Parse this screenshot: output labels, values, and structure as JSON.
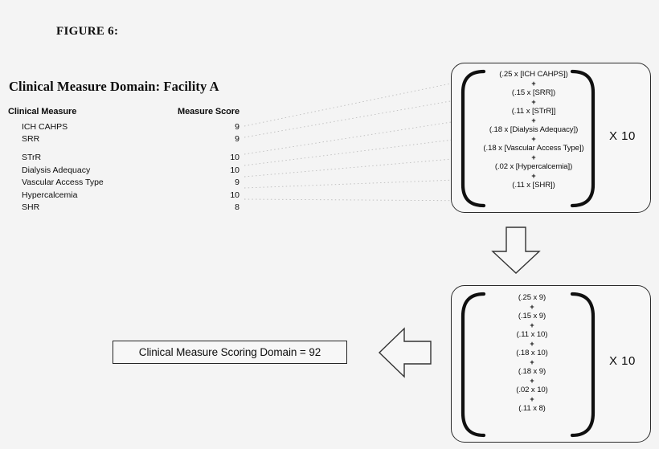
{
  "figure": {
    "label": "FIGURE 6:"
  },
  "domain": {
    "title": "Clinical Measure Domain: Facility A"
  },
  "table": {
    "headers": {
      "measure": "Clinical Measure",
      "score": "Measure Score"
    },
    "rows": [
      {
        "measure": "ICH CAHPS",
        "score": "9"
      },
      {
        "measure": "SRR",
        "score": "9"
      },
      {
        "measure": "STrR",
        "score": "10"
      },
      {
        "measure": "Dialysis Adequacy",
        "score": "10"
      },
      {
        "measure": "Vascular Access Type",
        "score": "9"
      },
      {
        "measure": "Hypercalcemia",
        "score": "10"
      },
      {
        "measure": "SHR",
        "score": "8"
      }
    ]
  },
  "weights_box": {
    "multiplier": "X 10",
    "plus": "+",
    "terms": [
      "(.25 x [ICH CAHPS])",
      "(.15 x [SRR])",
      "(.11 x [STrR]]",
      "(.18 x [Dialysis Adequacy])",
      "(.18 x [Vascular Access Type])",
      "(.02 x [Hypercalcemia])",
      "(.11 x [SHR])"
    ]
  },
  "values_box": {
    "multiplier": "X 10",
    "plus": "+",
    "terms": [
      "(.25 x 9)",
      "(.15 x 9)",
      "(.11 x 10)",
      "(.18 x 10)",
      "(.18 x 9)",
      "(.02 x 10)",
      "(.11 x 8)"
    ]
  },
  "result": {
    "text": "Clinical Measure Scoring Domain = 92"
  },
  "arrows": {
    "down": "arrow-down-icon",
    "left": "arrow-left-icon"
  },
  "colors": {
    "background": "#f4f4f4",
    "ink": "#0d0d0d",
    "outline": "#2b2b2b",
    "connector": "#b9b9b9"
  }
}
